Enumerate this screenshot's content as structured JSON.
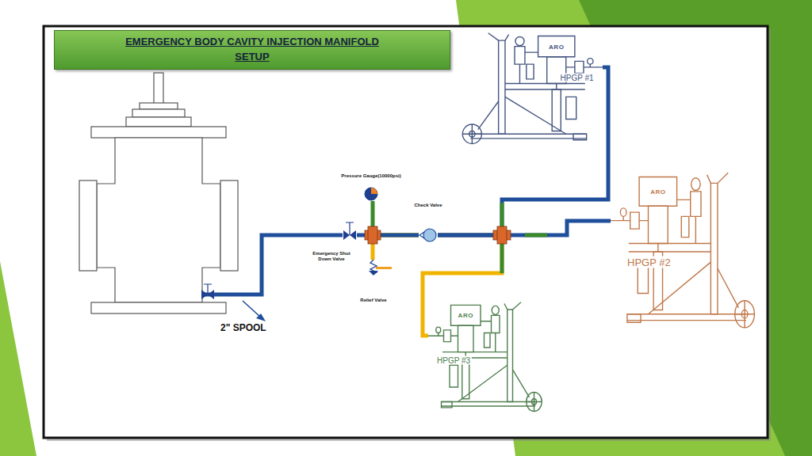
{
  "diagram": {
    "title": "EMERGENCY BODY CAVITY INJECTION MANIFOLD SETUP",
    "nodes": [
      {
        "text": [
          "ARO",
          "HPGP #1"
        ]
      },
      {
        "text": [
          "Pressure Gauge(10000psi)"
        ]
      },
      {
        "text": [
          "Check Valve"
        ]
      },
      {
        "text": [
          "Emergency Shut Down Valve"
        ]
      },
      {
        "text": [
          "ARO",
          "HPGP #2"
        ]
      },
      {
        "text": [
          "Relief Valve"
        ]
      },
      {
        "text": [
          "ARO",
          "HPGP #3"
        ]
      }
    ],
    "edges": [
      {
        "from": 6,
        "to": 2,
        "arrow": "none"
      },
      {
        "from": 4,
        "to": 2,
        "arrow": "none"
      },
      {
        "from": 0,
        "to": 2,
        "arrow": "none"
      },
      {
        "from": 2,
        "to": 1,
        "arrow": "none"
      },
      {
        "from": 2,
        "to": 5,
        "arrow": "none"
      },
      {
        "from": 2,
        "to": 3,
        "arrow": "none"
      }
    ],
    "labels": [
      "2\" SPOOL"
    ]
  }
}
